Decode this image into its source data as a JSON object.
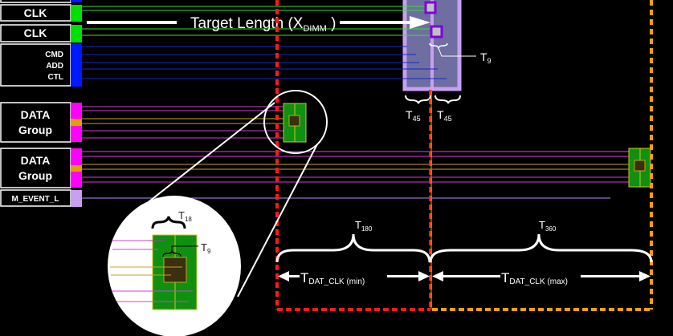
{
  "signals": {
    "clk1": "CLK",
    "clk2": "CLK",
    "cmd": "CMD",
    "add": "ADD",
    "ctl": "CTL",
    "data1_line1": "DATA",
    "data1_line2": "Group",
    "data2_line1": "DATA",
    "data2_line2": "Group",
    "mevent": "M_EVENT_L"
  },
  "annotations": {
    "target_length": "Target Length (X",
    "target_length_sub": "DIMM",
    "target_length_end": " )",
    "t9_main": "T",
    "t9_main_sub": "9",
    "t45_left": "T",
    "t45_left_sub": "45",
    "t45_right": "T",
    "t45_right_sub": "45",
    "t18": "T",
    "t18_sub": "18",
    "t9_zoom": "T",
    "t9_zoom_sub": "9",
    "t180": "T",
    "t180_sub": "180",
    "t360": "T",
    "t360_sub": "360",
    "tdat_min": "T",
    "tdat_min_sub": "DAT_CLK (min)",
    "tdat_max": "T",
    "tdat_max_sub": "DAT_CLK (max)"
  },
  "colors": {
    "clk": "#00e000",
    "cmd": "#0018ff",
    "data": "#ff00ff",
    "strobe": "#e0a000",
    "mevent": "#c8a0f0",
    "min_boundary": "#ff1a1a",
    "max_boundary": "#ffa000"
  }
}
